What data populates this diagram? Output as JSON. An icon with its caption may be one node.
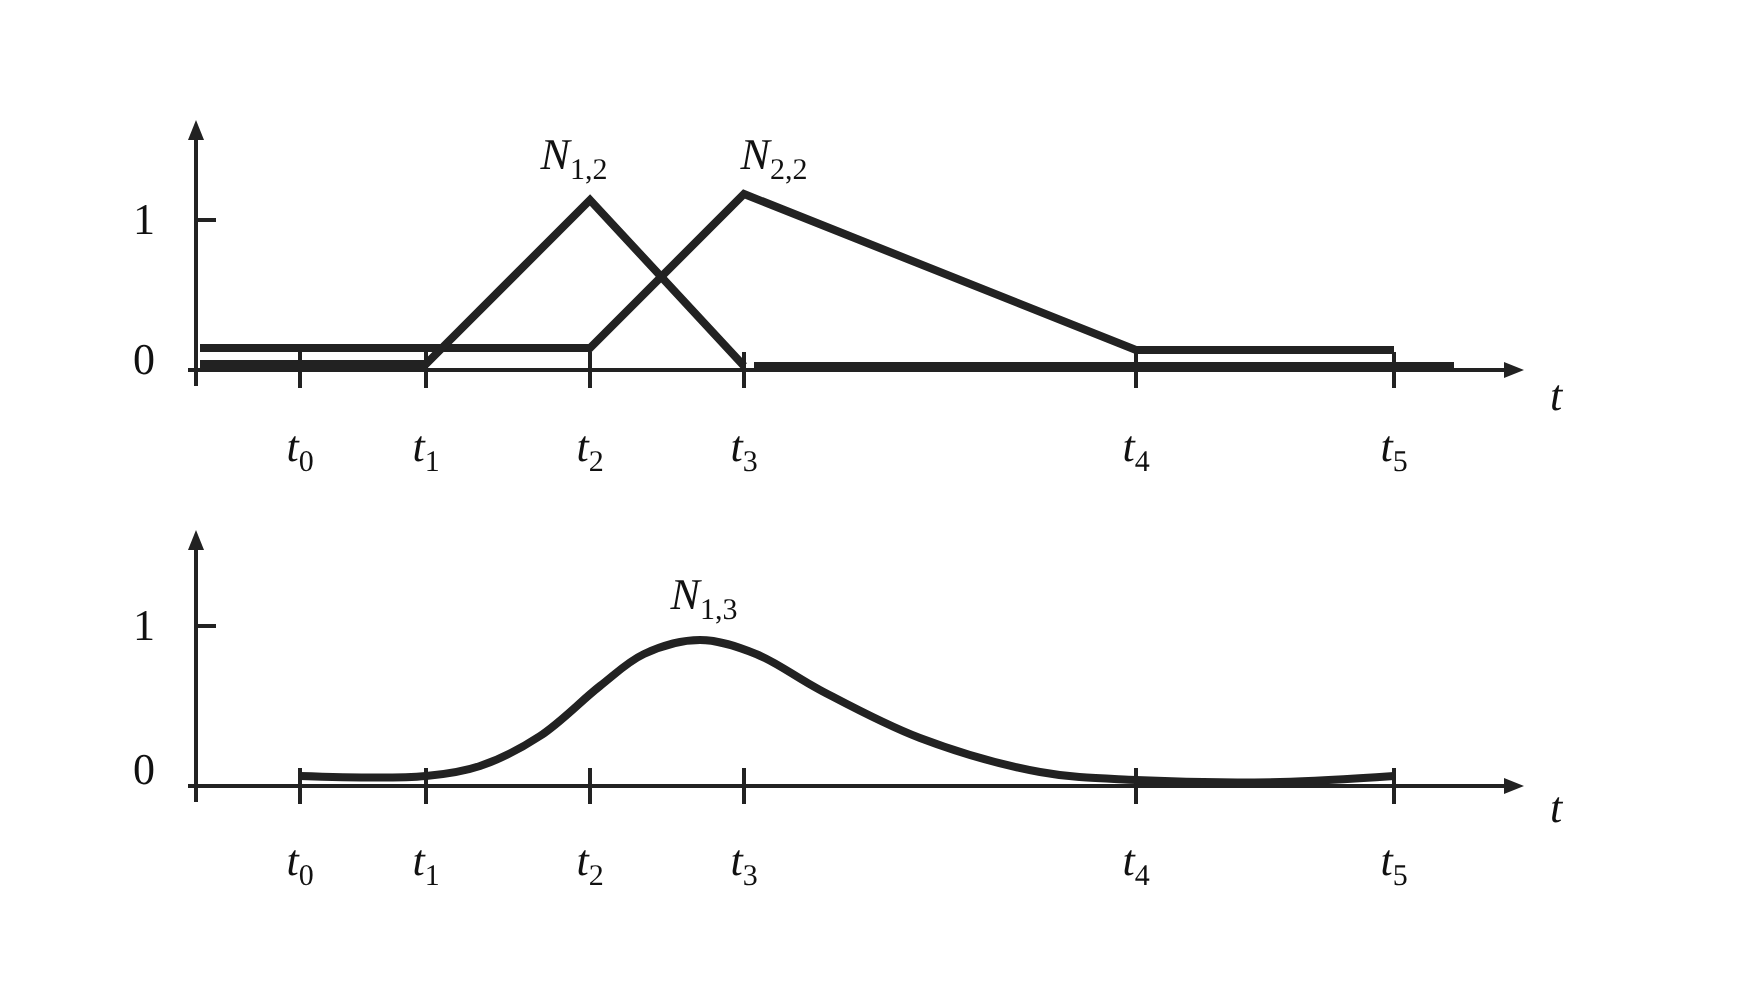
{
  "diagram": {
    "labels": [
      "N$_{1,2}$",
      "N$_{2,2}$",
      "1",
      "0",
      "t",
      "t$_{0}$",
      "t$_{1}$",
      "t$_{2}$",
      "t$_{3}$",
      "t$_{4}$",
      "t$_{5}$",
      "N$_{1,3}$",
      "1",
      "0",
      "t",
      "t$_{0}$",
      "t$_{1}$",
      "t$_{2}$",
      "t$_{3}$",
      "t$_{4}$",
      "t$_{5}$"
    ]
  }
}
